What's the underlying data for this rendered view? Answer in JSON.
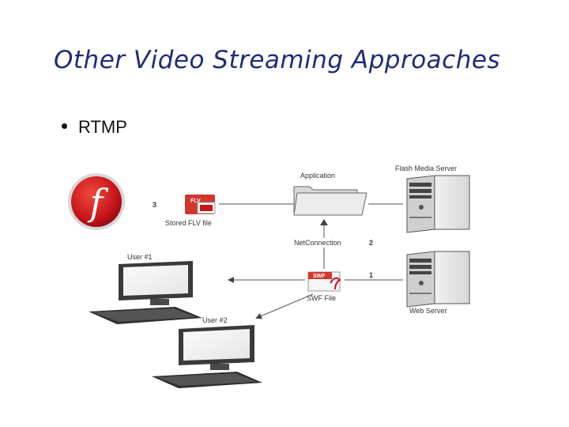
{
  "slide": {
    "title": "Other Video Streaming Approaches",
    "bullet": "RTMP"
  },
  "diagram": {
    "application_label": "Application",
    "flash_media_server_label": "Flash Media Server",
    "web_server_label": "Web Server",
    "stored_flv_label": "Stored FLV file",
    "flv_icon_text": "FLV",
    "swf_file_label": "SWF File",
    "swf_icon_text": "SWF",
    "netconnection_label": "NetConnection",
    "user1_label": "User #1",
    "user2_label": "User #2",
    "step1": "1",
    "step2": "2",
    "step3": "3",
    "flash_logo_glyph": "f"
  },
  "colors": {
    "title": "#1f2a7a",
    "flash_red": "#c8141b",
    "flv_red": "#d2372d"
  },
  "icons": [
    "flash-logo-icon",
    "flv-file-icon",
    "folder-icon",
    "server-icon",
    "swf-file-icon",
    "monitor-icon",
    "keyboard-icon"
  ]
}
